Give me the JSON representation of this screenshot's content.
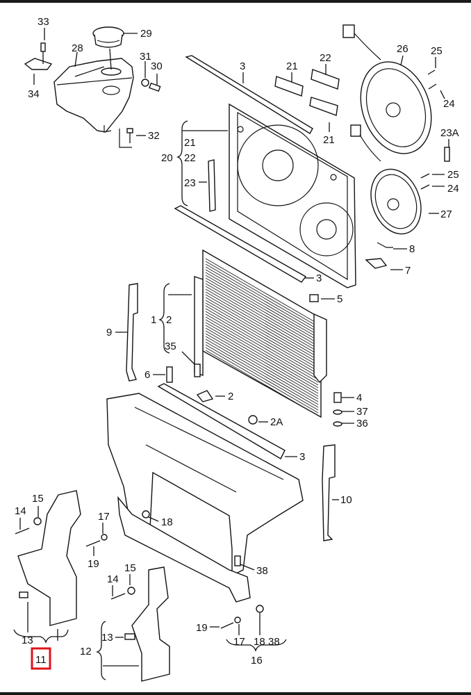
{
  "diagram": {
    "title": "Radiator, fan, expansion tank exploded parts diagram",
    "highlight_color": "#e0121b",
    "highlighted_part": "11",
    "callouts": [
      {
        "id": "c33",
        "text": "33"
      },
      {
        "id": "c29",
        "text": "29"
      },
      {
        "id": "c28",
        "text": "28"
      },
      {
        "id": "c31",
        "text": "31"
      },
      {
        "id": "c30",
        "text": "30"
      },
      {
        "id": "c34",
        "text": "34"
      },
      {
        "id": "c32",
        "text": "32"
      },
      {
        "id": "c3a",
        "text": "3"
      },
      {
        "id": "c21a",
        "text": "21"
      },
      {
        "id": "c22a",
        "text": "22"
      },
      {
        "id": "c21b",
        "text": "21"
      },
      {
        "id": "c26",
        "text": "26"
      },
      {
        "id": "c25a",
        "text": "25"
      },
      {
        "id": "c24a",
        "text": "24"
      },
      {
        "id": "c23A",
        "text": "23A"
      },
      {
        "id": "c25b",
        "text": "25"
      },
      {
        "id": "c24b",
        "text": "24"
      },
      {
        "id": "c27",
        "text": "27"
      },
      {
        "id": "c20",
        "text": "20"
      },
      {
        "id": "c21c",
        "text": "21"
      },
      {
        "id": "c22c",
        "text": "22"
      },
      {
        "id": "c23",
        "text": "23"
      },
      {
        "id": "c3b",
        "text": "3"
      },
      {
        "id": "c8",
        "text": "8"
      },
      {
        "id": "c7",
        "text": "7"
      },
      {
        "id": "c3c",
        "text": "3"
      },
      {
        "id": "c5",
        "text": "5"
      },
      {
        "id": "c9",
        "text": "9"
      },
      {
        "id": "c1",
        "text": "1"
      },
      {
        "id": "c2a",
        "text": "2"
      },
      {
        "id": "c35",
        "text": "35"
      },
      {
        "id": "c6",
        "text": "6"
      },
      {
        "id": "c2b",
        "text": "2"
      },
      {
        "id": "c2A",
        "text": "2A"
      },
      {
        "id": "c4",
        "text": "4"
      },
      {
        "id": "c37",
        "text": "37"
      },
      {
        "id": "c36",
        "text": "36"
      },
      {
        "id": "c3d",
        "text": "3"
      },
      {
        "id": "c10",
        "text": "10"
      },
      {
        "id": "c15a",
        "text": "15"
      },
      {
        "id": "c14a",
        "text": "14"
      },
      {
        "id": "c17a",
        "text": "17"
      },
      {
        "id": "c18a",
        "text": "18"
      },
      {
        "id": "c19a",
        "text": "19"
      },
      {
        "id": "c38a",
        "text": "38"
      },
      {
        "id": "c15b",
        "text": "15"
      },
      {
        "id": "c14b",
        "text": "14"
      },
      {
        "id": "c13a",
        "text": "13"
      },
      {
        "id": "c13b",
        "text": "13"
      },
      {
        "id": "c12",
        "text": "12"
      },
      {
        "id": "c11",
        "text": "11"
      },
      {
        "id": "c19b",
        "text": "19"
      },
      {
        "id": "c17b",
        "text": "17"
      },
      {
        "id": "c18b",
        "text": "18"
      },
      {
        "id": "c38b",
        "text": "38"
      },
      {
        "id": "c16",
        "text": "16"
      }
    ]
  }
}
